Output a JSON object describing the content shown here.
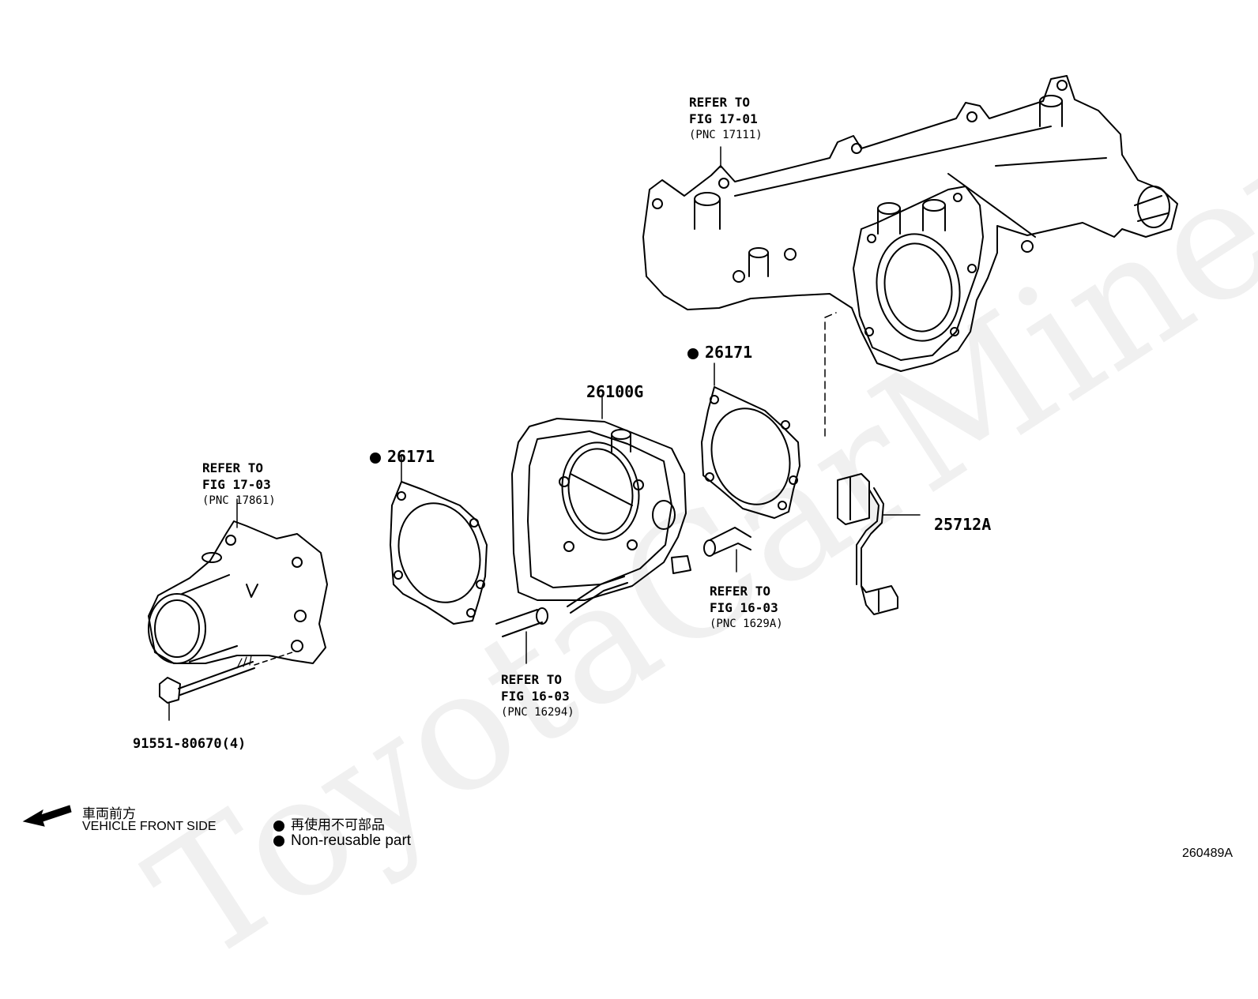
{
  "watermark": "ToyotaCarMiner.ru",
  "labels": {
    "manifold_ref": {
      "line1": "REFER TO",
      "line2": "FIG 17-01",
      "line3": "(PNC 17111)"
    },
    "housing_ref": {
      "line1": "REFER TO",
      "line2": "FIG 17-03",
      "line3": "(PNC 17861)"
    },
    "hose_ref_left": {
      "line1": "REFER TO",
      "line2": "FIG 16-03",
      "line3": "(PNC 16294)"
    },
    "hose_ref_right": {
      "line1": "REFER TO",
      "line2": "FIG 16-03",
      "line3": "(PNC 1629A)"
    },
    "gasket_right": "26171",
    "gasket_left": "26171",
    "throttle_body": "26100G",
    "sensor": "25712A",
    "bolt": "91551-80670(4)"
  },
  "legend": {
    "front_jp": "車両前方",
    "front_en": "VEHICLE FRONT SIDE",
    "nonreusable_jp": "再使用不可部品",
    "nonreusable_en": "Non-reusable part"
  },
  "figure_id": "260489A"
}
